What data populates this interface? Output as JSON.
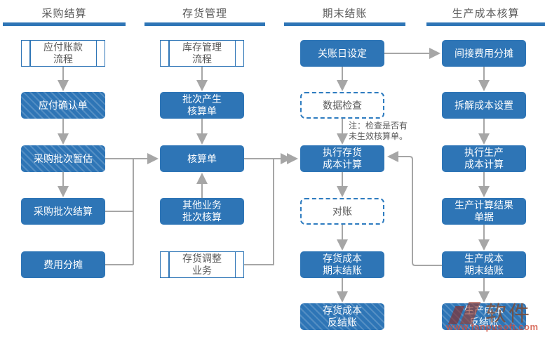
{
  "diagram": {
    "columns": [
      {
        "header": "采购结算"
      },
      {
        "header": "存货管理"
      },
      {
        "header": "期末结账"
      },
      {
        "header": "生产成本核算"
      }
    ],
    "nodes": {
      "payable_flow": "应付账款\n流程",
      "payable_confirm": "应付确认单",
      "purchase_batch_estimate": "采购批次暂估",
      "purchase_batch_settle": "采购批次结算",
      "expense_allocation": "费用分摊",
      "stock_flow": "库存管理\n流程",
      "batch_generate_doc": "批次产生\n核算单",
      "accounting_doc": "核算单",
      "other_business_batch": "其他业务\n批次核算",
      "stock_adjust_business": "存货调整\n业务",
      "close_date_setting": "关账日设定",
      "data_check": "数据检查",
      "run_inventory_cost": "执行存货\n成本计算",
      "reconciliation": "对账",
      "inventory_cost_close": "存货成本\n期末结账",
      "inventory_cost_reverse": "存货成本\n反结账",
      "indirect_expense_allocation": "间接费用分摊",
      "split_cost_setting": "拆解成本设置",
      "run_production_cost": "执行生产\n成本计算",
      "production_result_doc": "生产计算结果\n单据",
      "production_cost_close": "生产成本\n期末结账",
      "production_cost_reverse": "生产成本\n反结账"
    },
    "note": "注：检查是否有\n未生效核算单。",
    "colors": {
      "primary": "#2E75B6",
      "arrow": "#A6A6A6",
      "text": "#595959"
    }
  },
  "watermark": {
    "cn": "软件",
    "url": "www.fanpusoft.com"
  }
}
